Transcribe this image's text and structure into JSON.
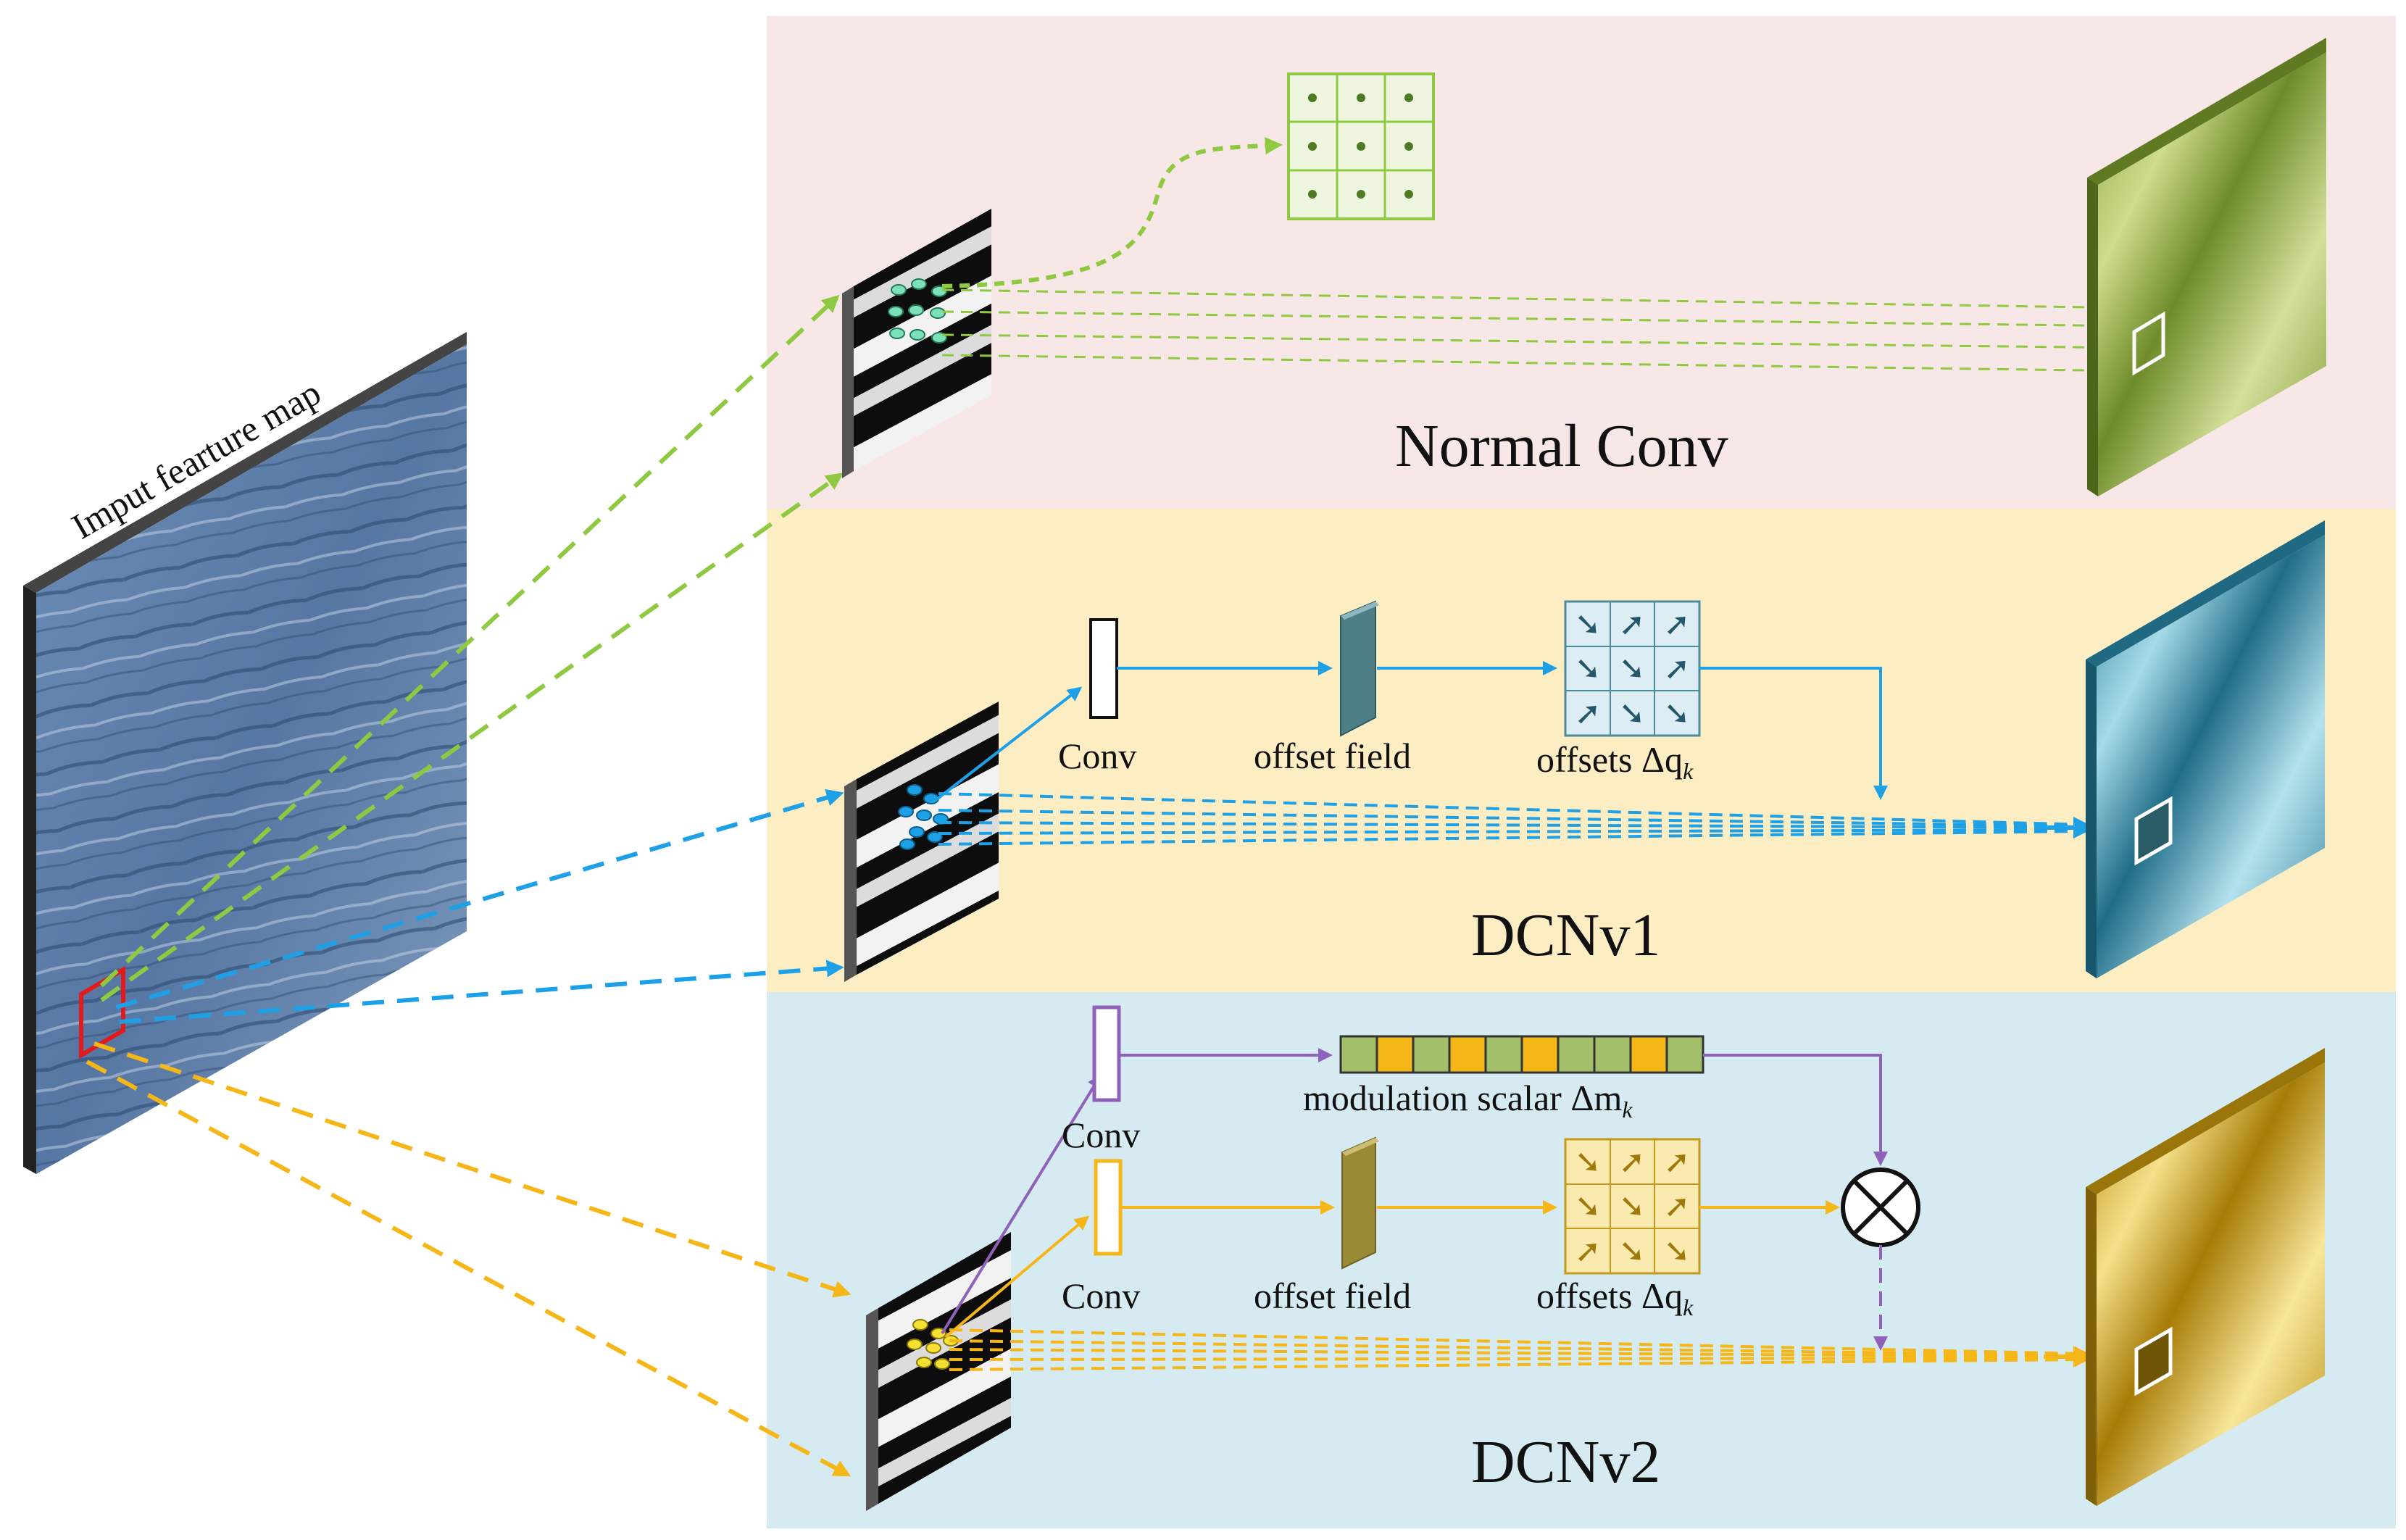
{
  "input": {
    "label": "Imput fearture map"
  },
  "sections": {
    "normal": {
      "title": "Normal Conv",
      "bg": "#f7e8e7"
    },
    "dcnv1": {
      "title": "DCNv1",
      "bg": "#fcedc3",
      "conv_label": "Conv",
      "offset_field_label": "offset field",
      "offsets_label": "offsets Δq",
      "offsets_sub": "k"
    },
    "dcnv2": {
      "title": "DCNv2",
      "bg": "#d6ebf1",
      "conv_top_label": "Conv",
      "conv_bottom_label": "Conv",
      "offset_field_label": "offset field",
      "offsets_label": "offsets Δq",
      "offsets_sub": "k",
      "modulation_label": "modulation scalar Δm",
      "modulation_sub": "k"
    }
  },
  "colors": {
    "green": "#8fc941",
    "blue": "#1ea0e6",
    "orange": "#f5b617",
    "purple": "#8e62b8",
    "red": "#e31a1c"
  }
}
